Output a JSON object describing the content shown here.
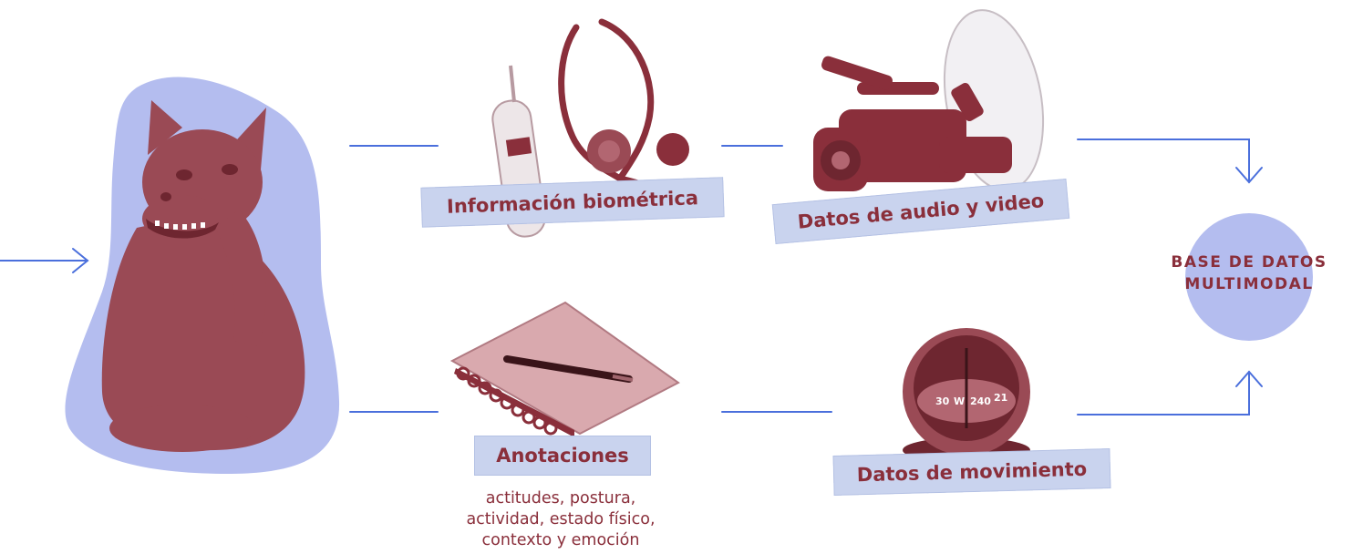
{
  "colors": {
    "line": "#4a6fdc",
    "accent_blue": "#b4bdef",
    "text": "#8a2f3b",
    "tape": "#c9d3ee"
  },
  "subject": {
    "icon": "dog-figurine-icon"
  },
  "nodes": {
    "biometric": {
      "label": "Información biométrica",
      "icon": "stethoscope-thermometer-icon"
    },
    "audio_video": {
      "label": "Datos de audio y video",
      "icon": "video-camera-microphone-icon"
    },
    "annotations": {
      "label": "Anotaciones",
      "icon": "notebook-pen-icon",
      "description": "actitudes, postura,\nactividad, estado físico,\ncontexto y emoción"
    },
    "movement": {
      "label": "Datos de movimiento",
      "icon": "compass-icon"
    }
  },
  "database": {
    "label": "BASE DE DATOS\nMULTIMODAL"
  }
}
